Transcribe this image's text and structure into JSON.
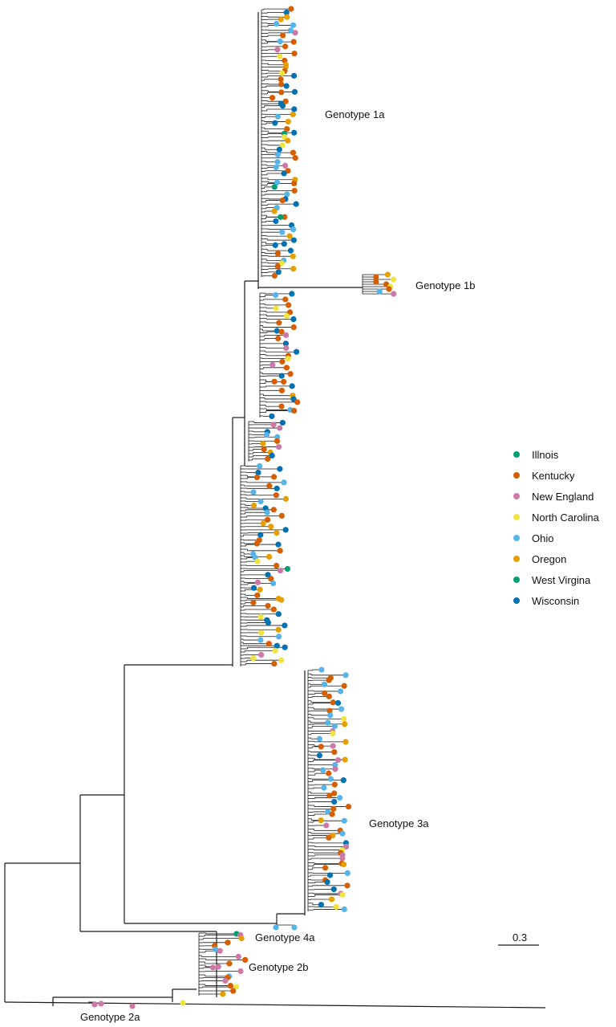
{
  "clades": [
    {
      "label": "Genotype 1a"
    },
    {
      "label": "Genotype 1b"
    },
    {
      "label": "Genotype 3a"
    },
    {
      "label": "Genotype 4a"
    },
    {
      "label": "Genotype 2b"
    },
    {
      "label": "Genotype 2a"
    }
  ],
  "legend": [
    {
      "label": "Illnois",
      "color": "#009E73"
    },
    {
      "label": "Kentucky",
      "color": "#D55E00"
    },
    {
      "label": "New England",
      "color": "#CC79A7"
    },
    {
      "label": "North Carolina",
      "color": "#F0E442"
    },
    {
      "label": "Ohio",
      "color": "#56B4E9"
    },
    {
      "label": "Oregon",
      "color": "#E69F00"
    },
    {
      "label": "West Virgina",
      "color": "#009E73"
    },
    {
      "label": "Wisconsin",
      "color": "#0072B2"
    }
  ],
  "scale_bar": {
    "label": "0.3"
  }
}
